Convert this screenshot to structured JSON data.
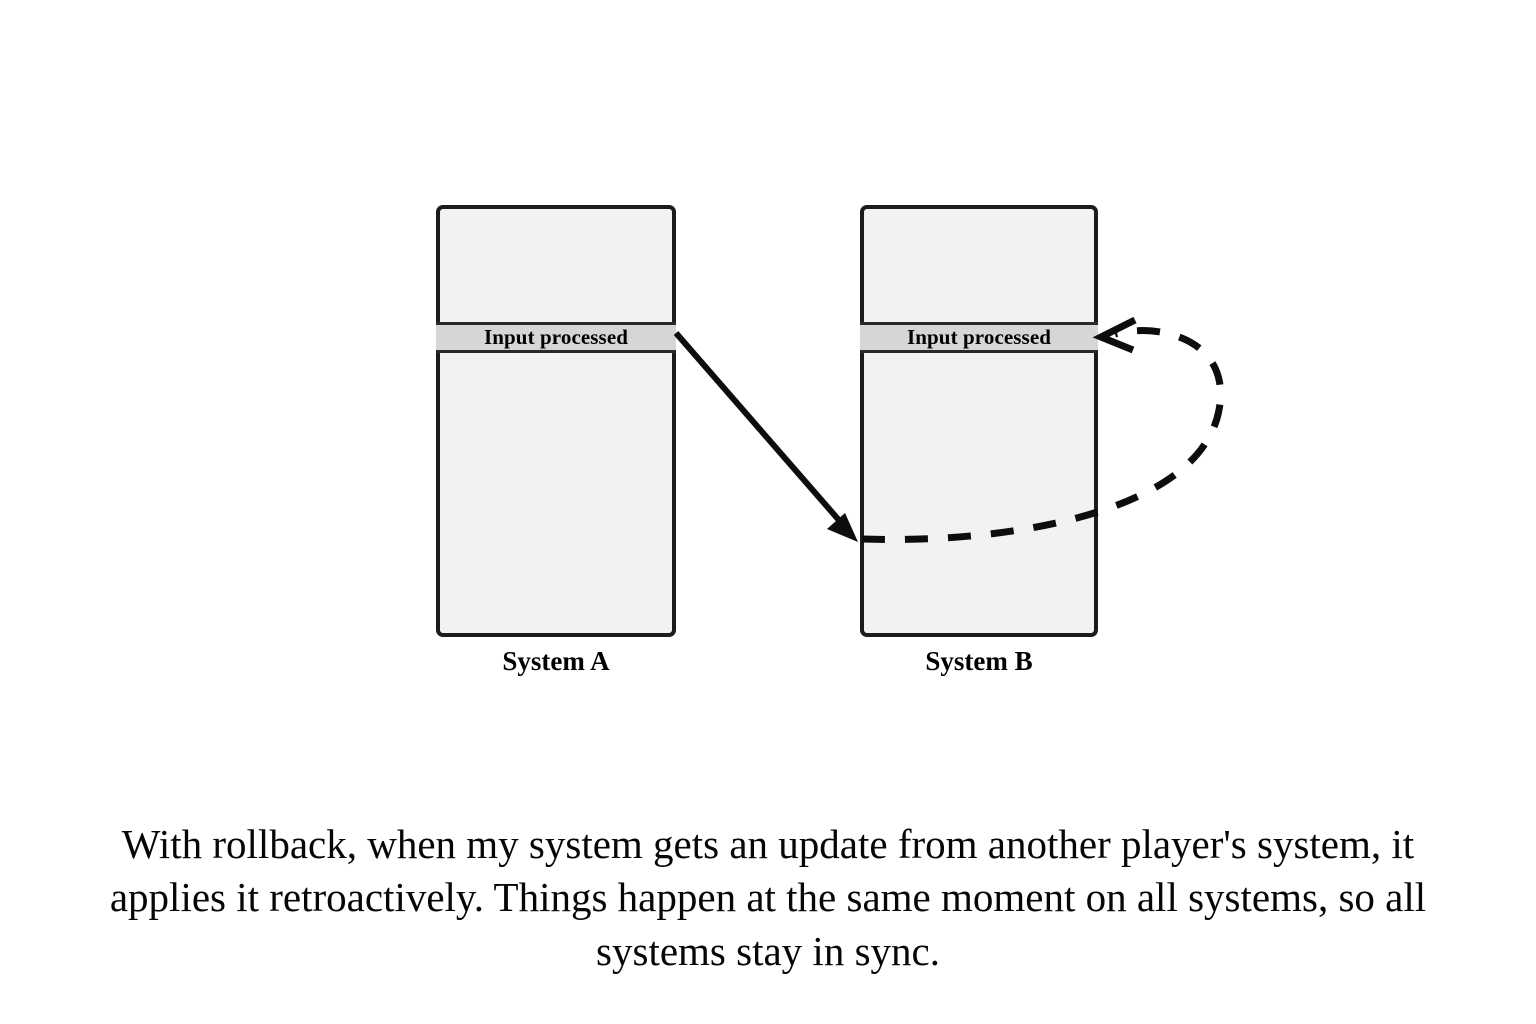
{
  "figure": {
    "background_color": "#ffffff",
    "ink_color": "#1c1c1c",
    "timeline_fill": "#f2f2f2",
    "event_band_fill": "#d6d6d6",
    "systems": [
      {
        "id": "a",
        "label": "System A",
        "event_label": "Input processed"
      },
      {
        "id": "b",
        "label": "System B",
        "event_label": "Input processed"
      }
    ],
    "arrows": [
      {
        "id": "network-update",
        "style": "solid",
        "description": "update sent from System A input event to System B later time"
      },
      {
        "id": "rollback-reapply",
        "style": "dashed",
        "description": "rollback loop from System B later time back to System B input event"
      }
    ]
  },
  "caption": {
    "text": "With rollback, when my system gets an update from another player's system, it applies it retroactively. Things happen at the same moment on all systems, so all systems stay in sync."
  }
}
